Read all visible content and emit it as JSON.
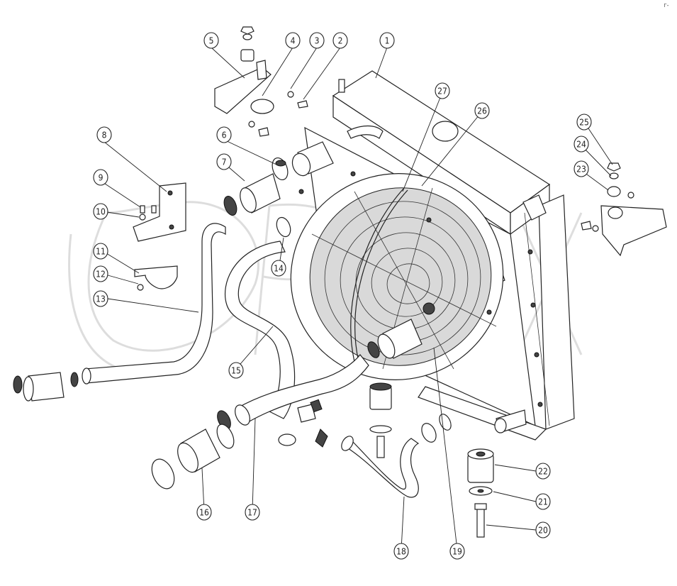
{
  "corner_mark": "г-",
  "callouts": [
    {
      "id": "1",
      "label": "1"
    },
    {
      "id": "2",
      "label": "2"
    },
    {
      "id": "3",
      "label": "3"
    },
    {
      "id": "4",
      "label": "4"
    },
    {
      "id": "5",
      "label": "5"
    },
    {
      "id": "6",
      "label": "6"
    },
    {
      "id": "7",
      "label": "7"
    },
    {
      "id": "8",
      "label": "8"
    },
    {
      "id": "9",
      "label": "9"
    },
    {
      "id": "10",
      "label": "10"
    },
    {
      "id": "11",
      "label": "11"
    },
    {
      "id": "12",
      "label": "12"
    },
    {
      "id": "13",
      "label": "13"
    },
    {
      "id": "14",
      "label": "14"
    },
    {
      "id": "15",
      "label": "15"
    },
    {
      "id": "16",
      "label": "16"
    },
    {
      "id": "17",
      "label": "17"
    },
    {
      "id": "18",
      "label": "18"
    },
    {
      "id": "19",
      "label": "19"
    },
    {
      "id": "20",
      "label": "20"
    },
    {
      "id": "21",
      "label": "21"
    },
    {
      "id": "22",
      "label": "22"
    },
    {
      "id": "23",
      "label": "23"
    },
    {
      "id": "24",
      "label": "24"
    },
    {
      "id": "25",
      "label": "25"
    },
    {
      "id": "26",
      "label": "26"
    },
    {
      "id": "27",
      "label": "27"
    }
  ]
}
